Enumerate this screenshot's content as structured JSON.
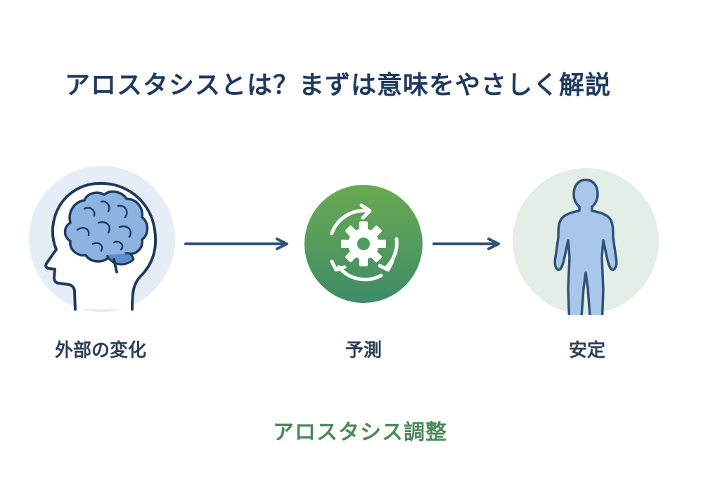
{
  "title": "アロスタシスとは？まずは意味をやさしく解説",
  "steps": [
    {
      "label": "外部の変化",
      "icon": "brain-icon"
    },
    {
      "label": "予測",
      "icon": "gear-cycle-icon"
    },
    {
      "label": "安定",
      "icon": "human-body-icon"
    }
  ],
  "subtitle": "アロスタシス調整",
  "colors": {
    "title": "#1f3a5f",
    "arrow": "#2f5277",
    "subtitle": "#4a8a57",
    "gear_gradient_top": "#6aaa52",
    "gear_gradient_bottom": "#3e8c67"
  }
}
